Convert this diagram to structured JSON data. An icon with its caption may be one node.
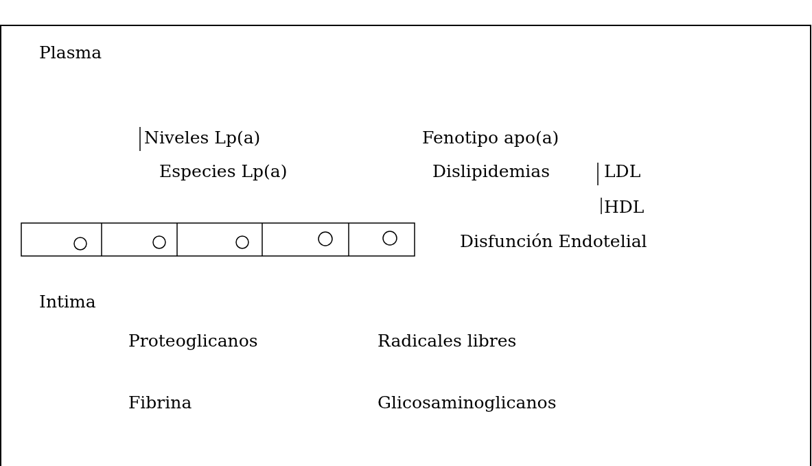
{
  "diagram": {
    "labels": [
      "Plasma",
      "Niveles Lp(a)",
      "Fenotipo apo(a)",
      "Especies Lp(a)",
      "Dislipidemias",
      "LDL",
      "HDL",
      "Disfunción Endotelial",
      "Intima",
      "Proteoglicanos",
      "Radicales libres",
      "Fibrina",
      "Glicosaminoglicanos"
    ]
  }
}
